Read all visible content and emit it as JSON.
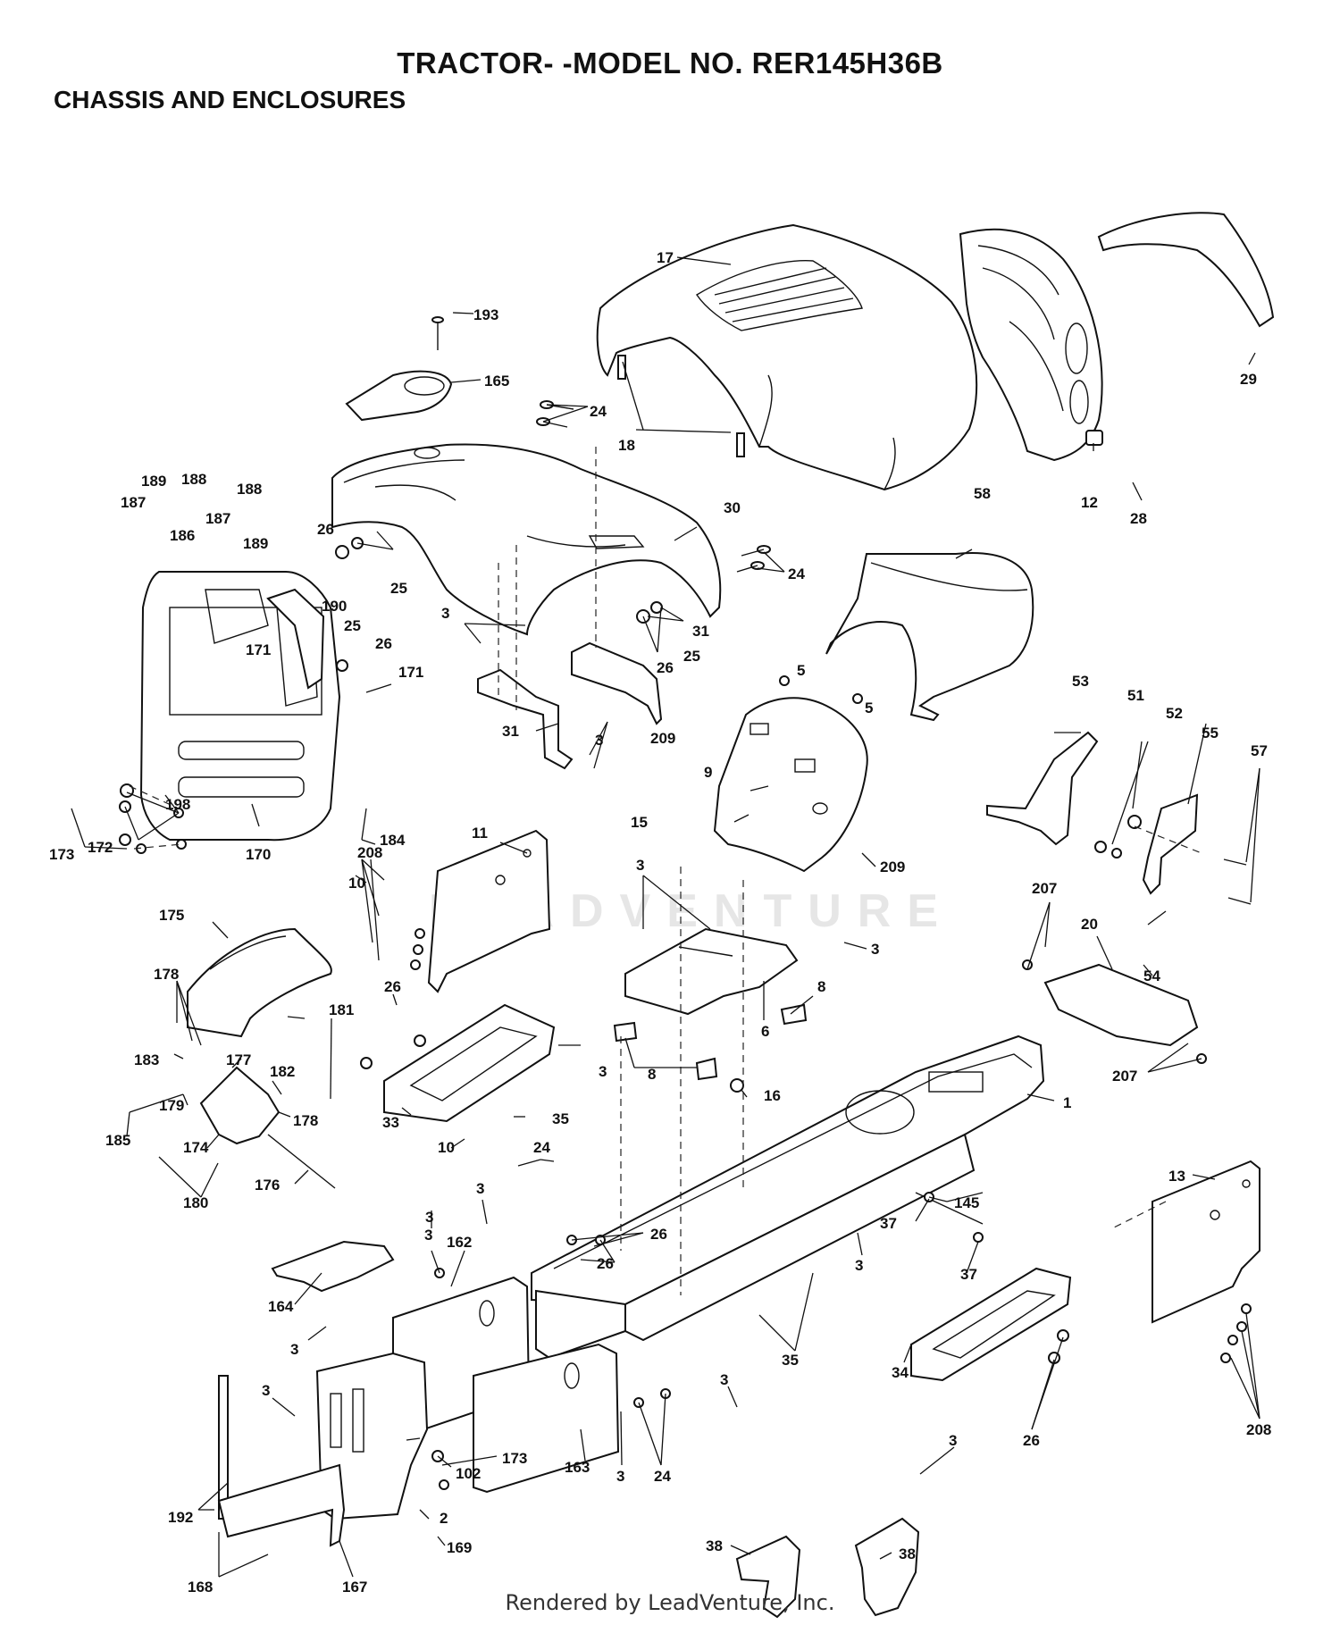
{
  "header": {
    "title": "TRACTOR- -MODEL NO. RER145H36B",
    "subtitle": "CHASSIS AND ENCLOSURES"
  },
  "watermark": "LEADVENTURE",
  "footer": "Rendered by LeadVenture, Inc.",
  "labels": [
    "17",
    "193",
    "165",
    "24",
    "18",
    "12",
    "28",
    "29",
    "189",
    "188",
    "187",
    "188",
    "186",
    "187",
    "189",
    "30",
    "26",
    "25",
    "58",
    "24",
    "3",
    "190",
    "25",
    "26",
    "171",
    "171",
    "26",
    "25",
    "31",
    "5",
    "5",
    "53",
    "51",
    "52",
    "55",
    "57",
    "31",
    "3",
    "209",
    "9",
    "15",
    "209",
    "198",
    "172",
    "173",
    "170",
    "184",
    "10",
    "11",
    "208",
    "3",
    "3",
    "175",
    "178",
    "181",
    "26",
    "183",
    "177",
    "182",
    "179",
    "178",
    "185",
    "174",
    "180",
    "176",
    "8",
    "6",
    "8",
    "16",
    "3",
    "35",
    "33",
    "10",
    "207",
    "20",
    "54",
    "207",
    "1",
    "24",
    "3",
    "3",
    "26",
    "26",
    "162",
    "164",
    "3",
    "3",
    "35",
    "145",
    "37",
    "37",
    "3",
    "13",
    "208",
    "34",
    "26",
    "3",
    "173",
    "102",
    "163",
    "3",
    "24",
    "3",
    "38",
    "3",
    "38",
    "192",
    "2",
    "169",
    "168",
    "167"
  ]
}
